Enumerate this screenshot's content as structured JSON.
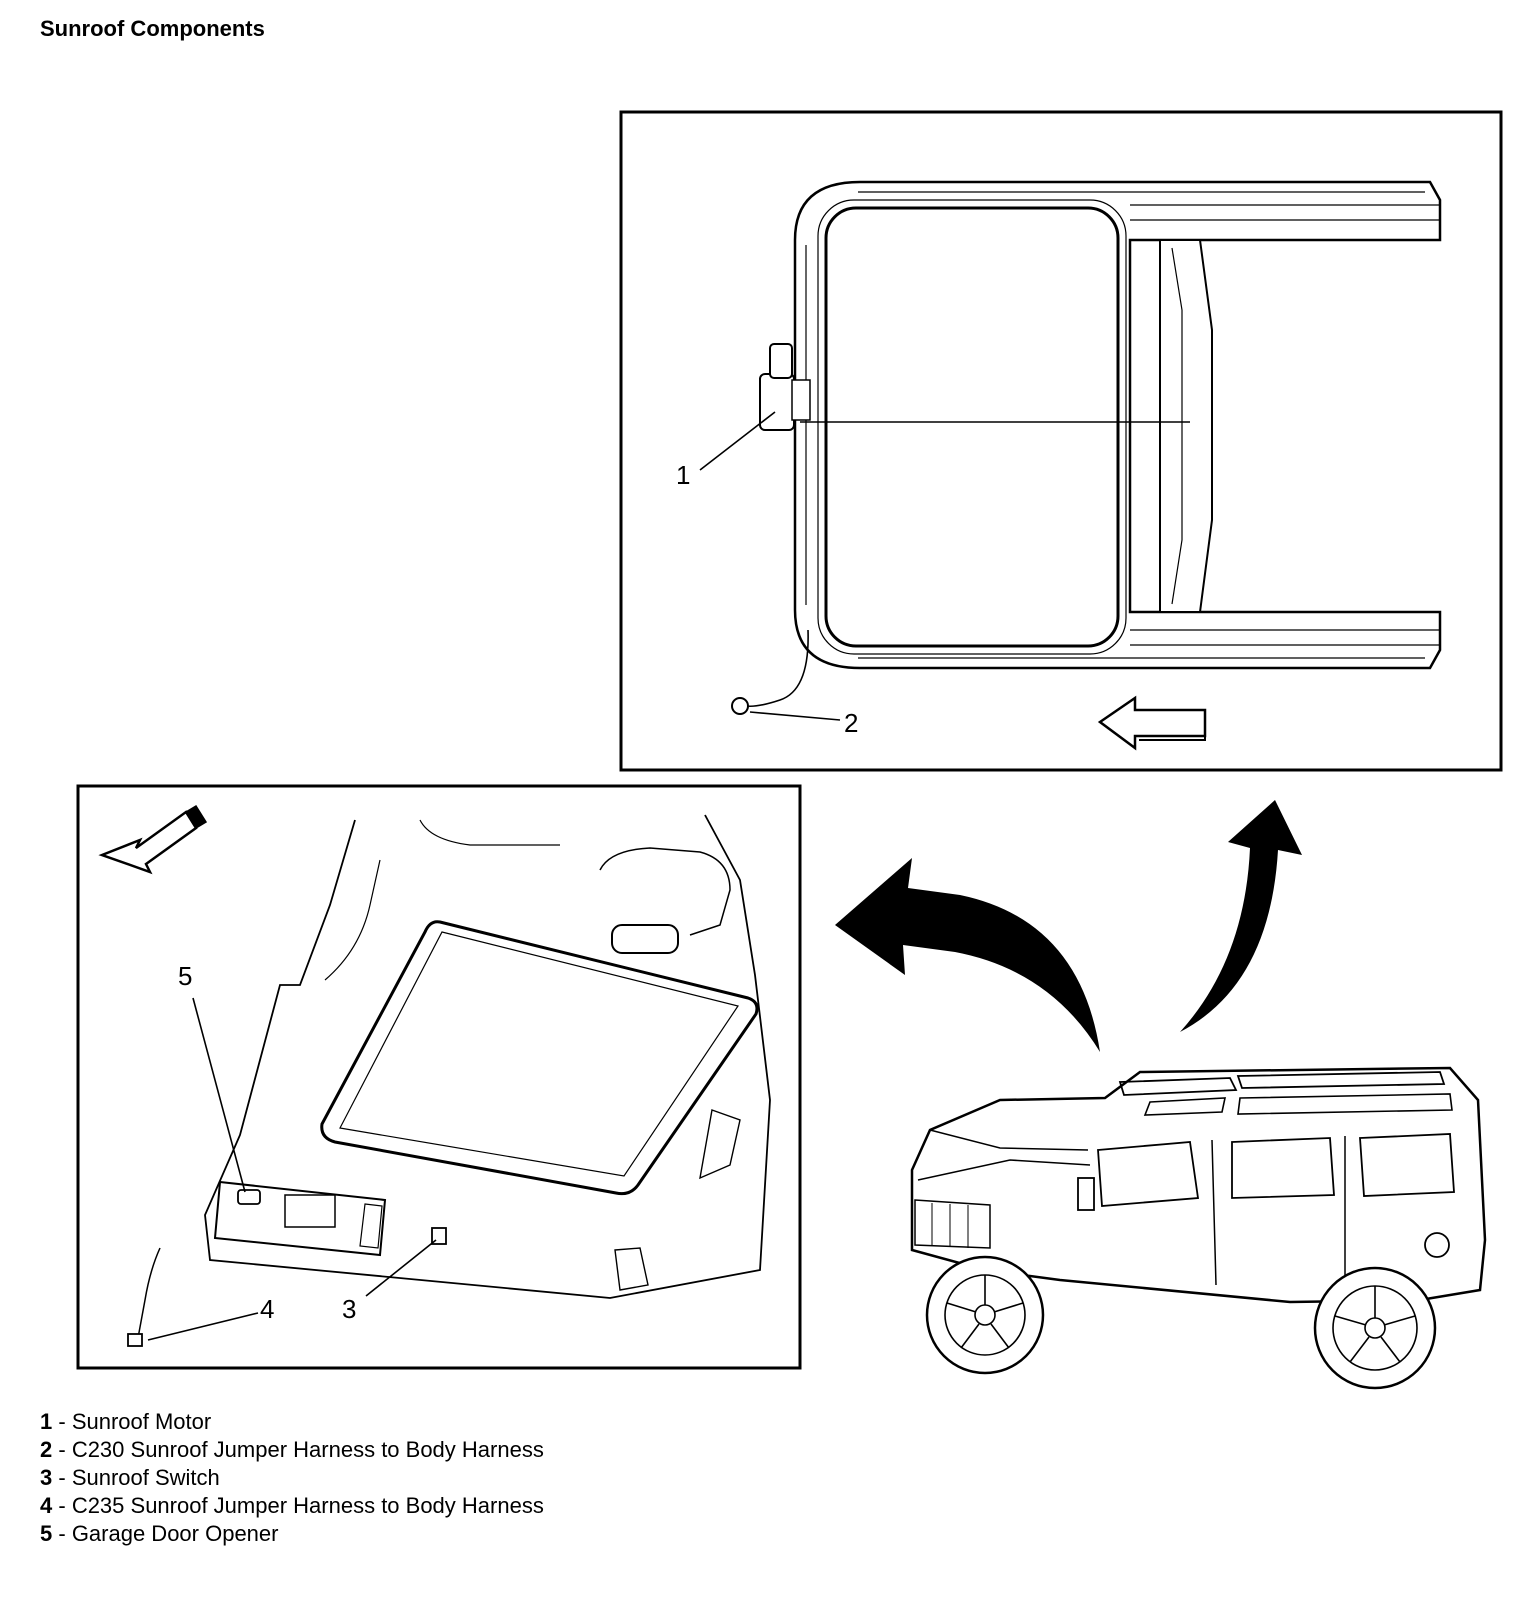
{
  "title": "Sunroof Components",
  "callouts": [
    "1",
    "2",
    "3",
    "4",
    "5"
  ],
  "legend": [
    {
      "num": "1",
      "sep": " - ",
      "text": "Sunroof Motor"
    },
    {
      "num": "2",
      "sep": " - ",
      "text": "C230 Sunroof Jumper Harness to Body Harness"
    },
    {
      "num": "3",
      "sep": " - ",
      "text": "Sunroof Switch"
    },
    {
      "num": "4",
      "sep": " - ",
      "text": "C235 Sunroof Jumper Harness to Body Harness"
    },
    {
      "num": "5",
      "sep": " - ",
      "text": "Garage Door Opener"
    }
  ]
}
